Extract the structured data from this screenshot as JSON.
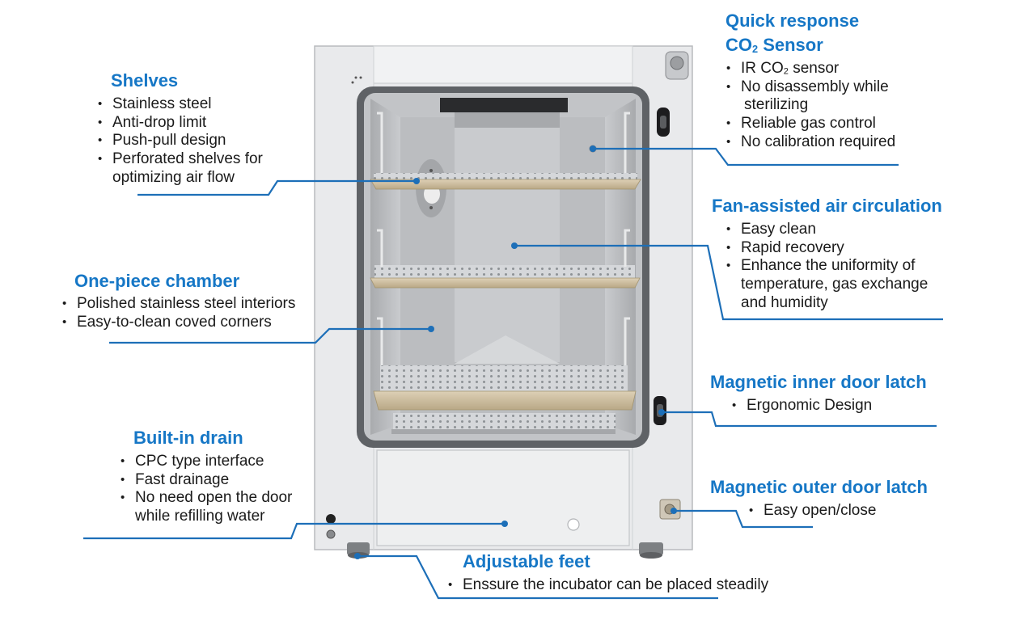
{
  "callouts": {
    "co2": {
      "title_line1": "Quick response",
      "title_line2_prefix": "CO",
      "title_line2_sub": "2",
      "title_line2_suffix": " Sensor",
      "item1_prefix": "IR CO",
      "item1_sub": "2",
      "item1_suffix": " sensor",
      "items": [
        "No disassembly while",
        "sterilizing",
        "Reliable gas control",
        "No calibration required"
      ]
    },
    "shelves": {
      "title": "Shelves",
      "items": [
        "Stainless steel",
        "Anti-drop limit",
        "Push-pull design",
        "Perforated shelves for",
        "optimizing air flow"
      ]
    },
    "fan": {
      "title": "Fan-assisted air circulation",
      "items": [
        "Easy clean",
        "Rapid recovery",
        "Enhance the uniformity of",
        "temperature, gas exchange",
        "and humidity"
      ]
    },
    "chamber": {
      "title": "One-piece chamber",
      "items": [
        "Polished stainless steel interiors",
        "Easy-to-clean coved corners"
      ]
    },
    "inner_latch": {
      "title": "Magnetic inner door latch",
      "items": [
        "Ergonomic Design"
      ]
    },
    "drain": {
      "title": "Built-in drain",
      "items": [
        "CPC type interface",
        "Fast drainage",
        "No need open the door",
        "while refilling water"
      ]
    },
    "outer_latch": {
      "title": "Magnetic outer door latch",
      "items": [
        "Easy open/close"
      ]
    },
    "feet": {
      "title": "Adjustable feet",
      "items": [
        "Enssure the incubator can be placed steadily"
      ]
    }
  },
  "colors": {
    "accent": "#1677c6",
    "leader": "#1d6fb8",
    "cabinet": "#ecedef",
    "chamber": "#c4c6c9",
    "shelf": "#c8b89c"
  }
}
